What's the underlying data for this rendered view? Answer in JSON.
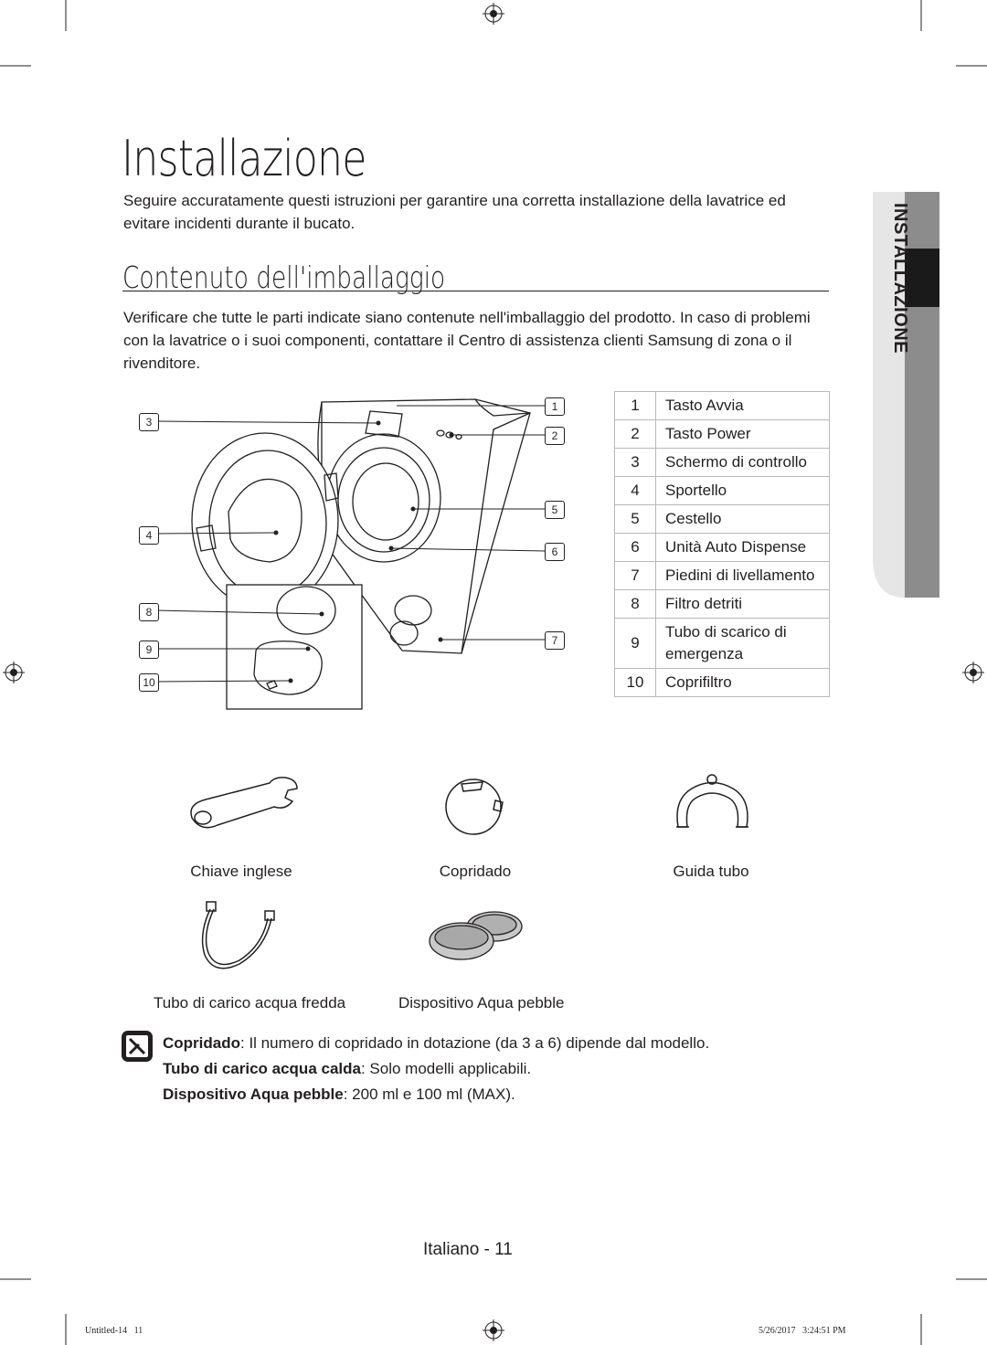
{
  "page": {
    "title": "Installazione",
    "intro": "Seguire accuratamente questi istruzioni per garantire una corretta installazione della lavatrice ed evitare incidenti durante il bucato.",
    "section_title": "Contenuto dell'imballaggio",
    "section_text": "Verificare che tutte le parti indicate siano contenute nell'imballaggio del prodotto. In caso di problemi con la lavatrice o i suoi componenti, contattare il Centro di assistenza clienti Samsung di zona o il rivenditore.",
    "side_tab": "INSTALLAZIONE"
  },
  "callouts": [
    "1",
    "2",
    "3",
    "4",
    "5",
    "6",
    "7",
    "8",
    "9",
    "10"
  ],
  "parts": [
    {
      "num": "1",
      "label": "Tasto Avvia"
    },
    {
      "num": "2",
      "label": "Tasto Power"
    },
    {
      "num": "3",
      "label": "Schermo di controllo"
    },
    {
      "num": "4",
      "label": "Sportello"
    },
    {
      "num": "5",
      "label": "Cestello"
    },
    {
      "num": "6",
      "label": "Unità Auto Dispense"
    },
    {
      "num": "7",
      "label": "Piedini di livellamento"
    },
    {
      "num": "8",
      "label": "Filtro detriti"
    },
    {
      "num": "9",
      "label": "Tubo di scarico di emergenza"
    },
    {
      "num": "10",
      "label": "Coprifiltro"
    }
  ],
  "accessories": {
    "wrench": "Chiave inglese",
    "cap": "Copridado",
    "guide": "Guida tubo",
    "hose": "Tubo di carico acqua fredda",
    "pebble": "Dispositivo Aqua pebble"
  },
  "notes": {
    "n1_bold": "Copridado",
    "n1_text": ": Il numero di copridado in dotazione (da 3 a 6) dipende dal modello.",
    "n2_bold": "Tubo di carico acqua calda",
    "n2_text": ": Solo modelli applicabili.",
    "n3_bold": "Dispositivo Aqua pebble",
    "n3_text": ": 200 ml e 100 ml (MAX)."
  },
  "footer": {
    "page_label": "Italiano - 11",
    "file": "Untitled-14   11",
    "timestamp": "5/26/2017   3:24:51 PM"
  },
  "colors": {
    "tab_dark": "#1a1a1a",
    "tab_mid": "#8c8c8c",
    "tab_light": "#e6e6e6"
  }
}
